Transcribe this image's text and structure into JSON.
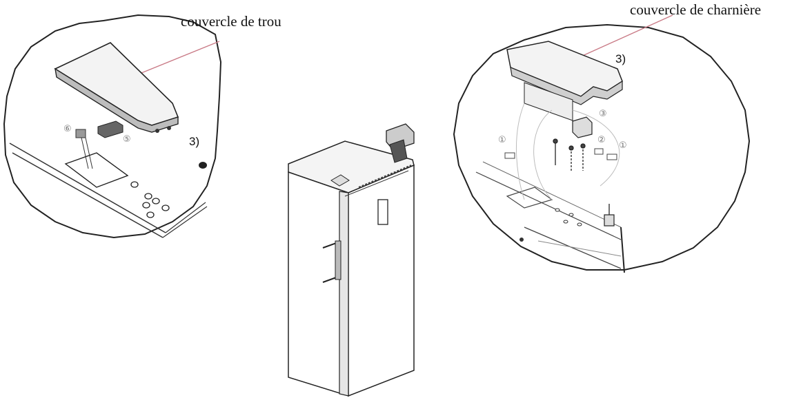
{
  "left_detail": {
    "label": "couvercle de trou",
    "step": "3)",
    "parts": [
      "⑥",
      "⑤"
    ]
  },
  "right_detail": {
    "label": "couvercle de charnière",
    "step": "3)",
    "parts": [
      "③",
      "①",
      "②",
      "①"
    ]
  },
  "colors": {
    "leader_line": "#c97a86",
    "ink": "#222222",
    "faint": "#9a9a9a"
  }
}
